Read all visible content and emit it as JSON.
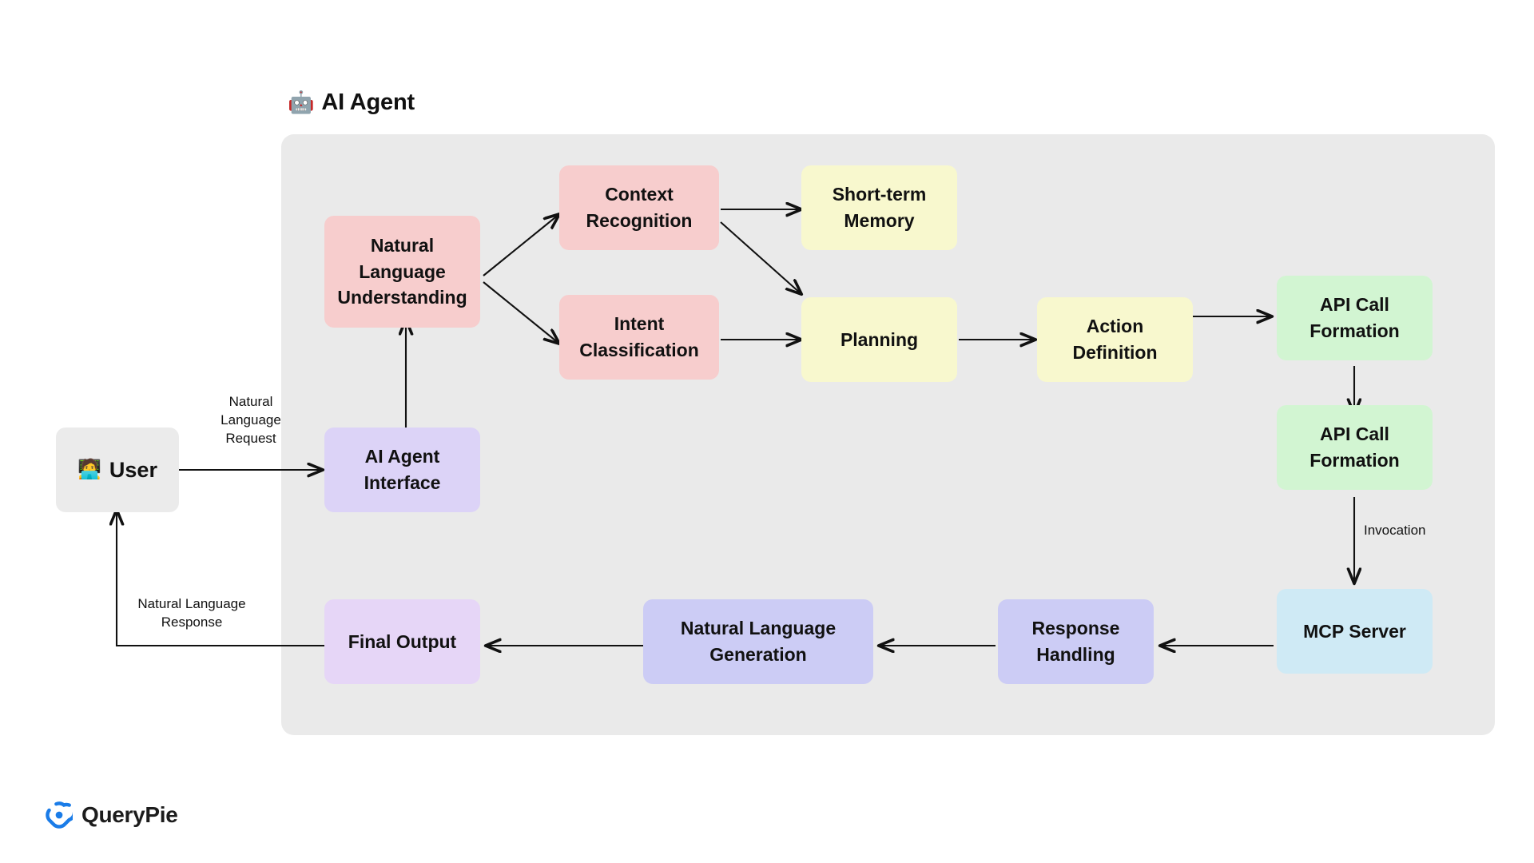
{
  "diagram": {
    "title": "AI Agent",
    "title_emoji": "🤖",
    "background_color": "#ffffff",
    "panel_color": "#eaeaea"
  },
  "nodes": {
    "user": {
      "label": "User",
      "emoji": "🧑‍💻",
      "color": "#ebebeb"
    },
    "agent_interface": {
      "line1": "AI Agent",
      "line2": "Interface",
      "color": "#dcd3f7"
    },
    "nlu": {
      "line1": "Natural",
      "line2": "Language",
      "line3": "Understanding",
      "color": "#f7cdcd"
    },
    "context": {
      "line1": "Context",
      "line2": "Recognition",
      "color": "#f7cdcd"
    },
    "intent": {
      "line1": "Intent",
      "line2": "Classification",
      "color": "#f7cdcd"
    },
    "memory": {
      "line1": "Short-term",
      "line2": "Memory",
      "color": "#f8f8ce"
    },
    "planning": {
      "line1": "Planning",
      "color": "#f8f8ce"
    },
    "action": {
      "line1": "Action",
      "line2": "Definition",
      "color": "#f8f8ce"
    },
    "api1": {
      "line1": "API Call",
      "line2": "Formation",
      "color": "#d2f5d2"
    },
    "api2": {
      "line1": "API Call",
      "line2": "Formation",
      "color": "#d2f5d2"
    },
    "mcp": {
      "line1": "MCP Server",
      "color": "#cfeaf5"
    },
    "response": {
      "line1": "Response",
      "line2": "Handling",
      "color": "#ccccf5"
    },
    "nlg": {
      "line1": "Natural Language",
      "line2": "Generation",
      "color": "#ccccf5"
    },
    "final": {
      "line1": "Final Output",
      "color": "#e6d6f7"
    }
  },
  "edge_labels": {
    "request": "Natural\nLanguage\nRequest",
    "response": "Natural Language\nResponse",
    "invocation": "Invocation"
  },
  "brand": {
    "name": "QueryPie",
    "mark_color": "#1a7ce8"
  }
}
